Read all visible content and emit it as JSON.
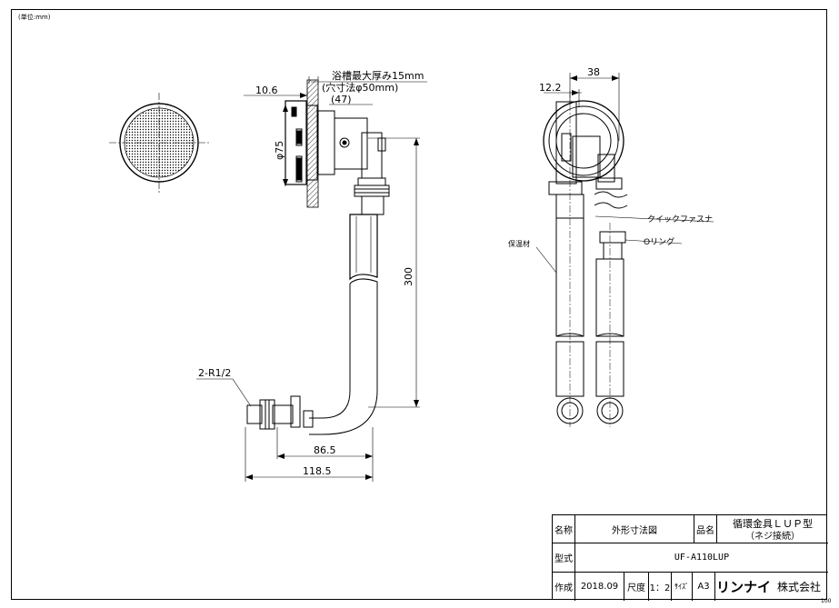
{
  "drawing": {
    "unit_note": "(単位:mm)",
    "corner_code": "100",
    "dimensions": {
      "bath_thickness": "浴槽最大厚み15mm",
      "hole_size": "(穴寸法φ50mm)",
      "dim_47": "(47)",
      "dim_10_6": "10.6",
      "dim_phi75": "φ75",
      "dim_300": "300",
      "thread": "2-R1/2",
      "dim_86_5": "86.5",
      "dim_118_5": "118.5",
      "dim_38": "38",
      "dim_12_2": "12.2"
    },
    "callouts": {
      "quick_fastener": "クイックファスナ",
      "o_ring": "Oリング",
      "insulation": "保温材"
    }
  },
  "title_block": {
    "name_label": "名称",
    "name_value": "外形寸法図",
    "product_label": "品名",
    "product_line1": "循環金具ＬＵＰ型",
    "product_line2": "（ネジ接続）",
    "model_label": "型式",
    "model_value": "UF-A110LUP",
    "author_label": "作成",
    "date_value": "2018.09",
    "scale_label": "尺度",
    "scale_value": "1：2",
    "size_label": "ｻｲｽﾞ",
    "size_value": "A3",
    "company_brand": "リンナイ",
    "company_suffix": "株式会社"
  }
}
